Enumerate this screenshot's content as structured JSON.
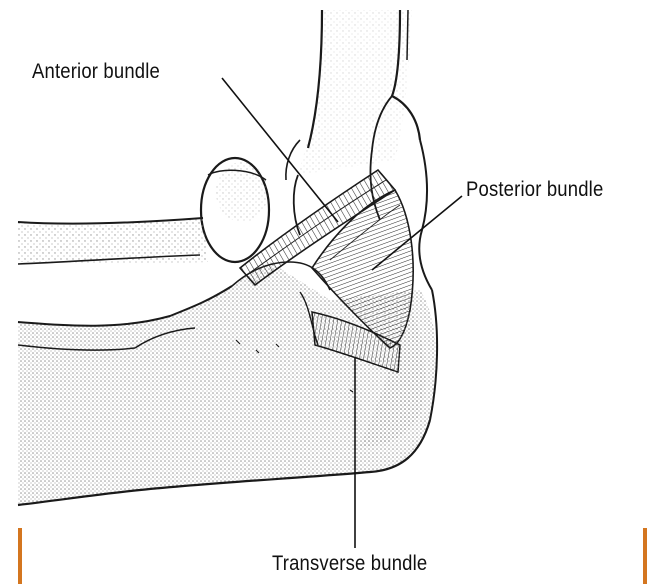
{
  "labels": {
    "anterior": "Anterior bundle",
    "posterior": "Posterior bundle",
    "transverse": "Transverse bundle"
  },
  "colors": {
    "ink": "#1a1a1a",
    "stipple": "#9a9a9a",
    "accent_bar": "#d4761f",
    "background": "#ffffff"
  }
}
